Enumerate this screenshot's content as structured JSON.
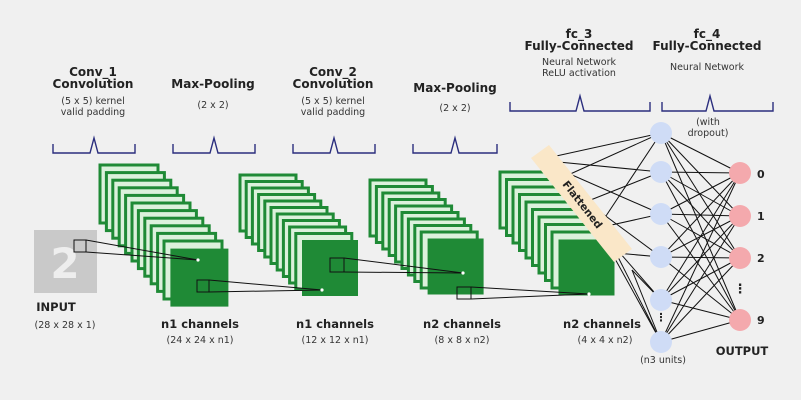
{
  "input": {
    "digit": "2",
    "label": "INPUT",
    "dims": "(28 x 28 x 1)"
  },
  "layers": {
    "conv1": {
      "title": "Conv_1",
      "title2": "Convolution",
      "desc1": "(5 x 5) kernel",
      "desc2": "valid padding"
    },
    "pool1": {
      "title": "Max-Pooling",
      "desc1": "(2 x 2)"
    },
    "conv2": {
      "title": "Conv_2",
      "title2": "Convolution",
      "desc1": "(5 x 5) kernel",
      "desc2": "valid padding"
    },
    "pool2": {
      "title": "Max-Pooling",
      "desc1": "(2 x 2)"
    },
    "fc3": {
      "title": "fc_3",
      "title2": "Fully-Connected",
      "desc1": "Neural Network",
      "desc2": "ReLU activation"
    },
    "fc4": {
      "title": "fc_4",
      "title2": "Fully-Connected",
      "desc1": "Neural Network"
    }
  },
  "feature_maps": {
    "fm1": {
      "label": "n1 channels",
      "dims": "(24 x 24 x n1)"
    },
    "fm2": {
      "label": "n1 channels",
      "dims": "(12 x 12 x n1)"
    },
    "fm3": {
      "label": "n2 channels",
      "dims": "(8 x 8 x n2)"
    },
    "fm4": {
      "label": "n2 channels",
      "dims": "(4 x 4 x n2)"
    }
  },
  "flatten_label": "Flattened",
  "hidden": {
    "units_label": "(n3 units)",
    "dropout_label": "(with",
    "dropout_label2": "dropout)"
  },
  "output": {
    "label": "OUTPUT",
    "classes": [
      "0",
      "1",
      "2",
      "9"
    ]
  },
  "colors": {
    "background": "#f0f0f0",
    "map_dark": "#1f8a36",
    "map_light": "#bfe5c0",
    "brace": "#2b2e7e",
    "hidden_node": "#cfdcf6",
    "output_node": "#f4a9ad",
    "flatten_band": "#fae7c8",
    "input_box": "#c9c9c9"
  }
}
